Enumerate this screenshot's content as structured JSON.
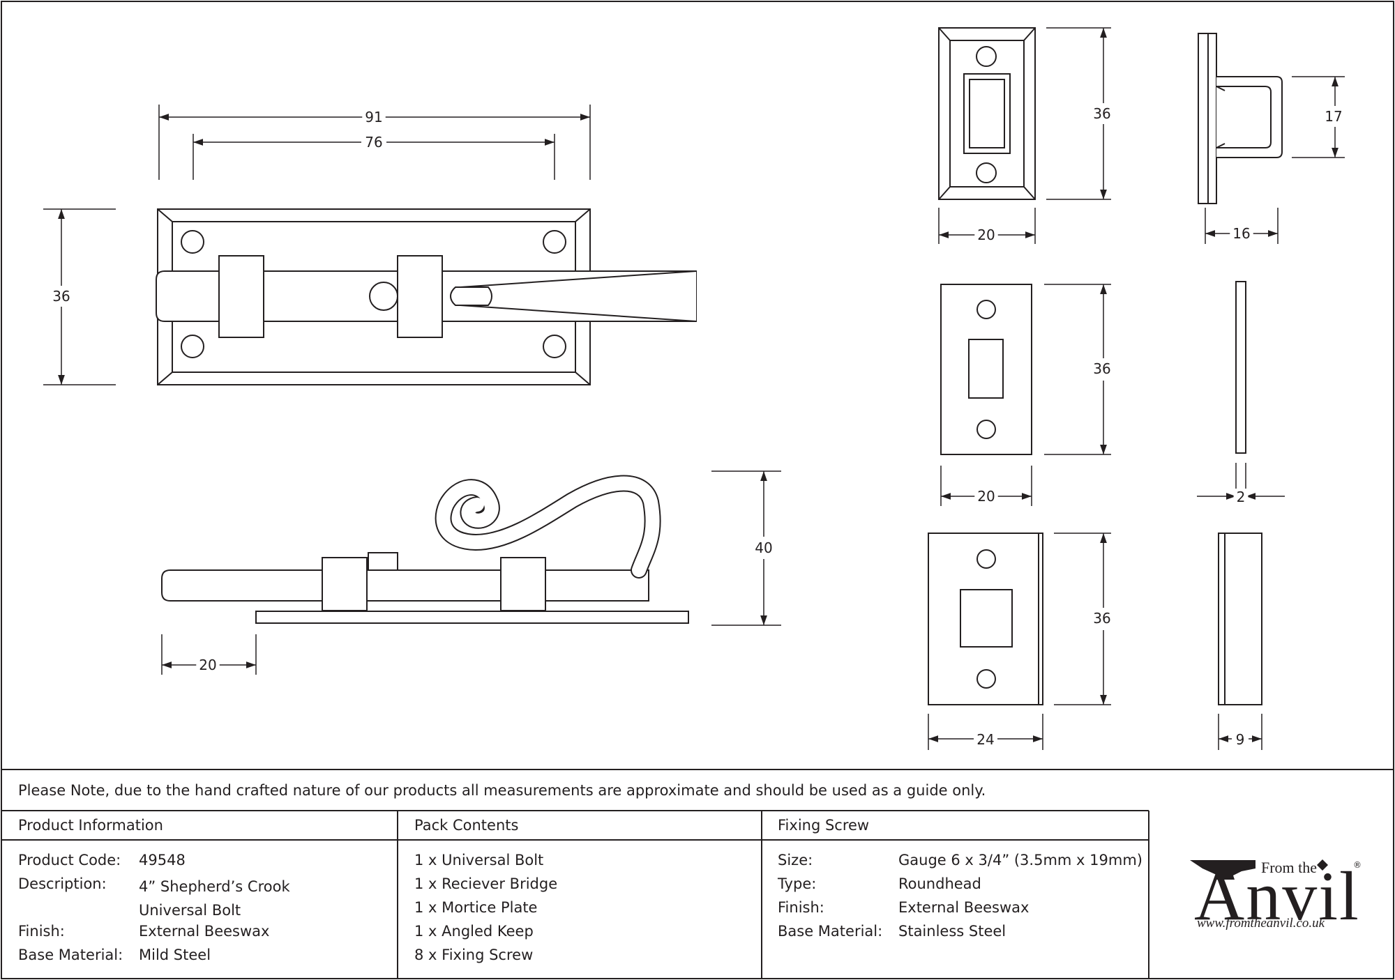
{
  "dimensions": {
    "plate_length": "91",
    "hole_spacing": "76",
    "plate_height": "36",
    "side_height": "40",
    "bolt_projection": "20",
    "keep_height": "36",
    "keep_width": "20",
    "keep_bracket_height": "17",
    "keep_bracket_depth": "16",
    "bridge_height": "36",
    "bridge_width": "20",
    "bridge_thickness": "2",
    "mortice_height": "36",
    "mortice_width": "24",
    "mortice_depth": "9"
  },
  "note": "Please Note, due to the hand crafted nature of our products all measurements are approximate and should be used as a guide only.",
  "product_info": {
    "heading": "Product Information",
    "rows": [
      {
        "label": "Product Code:",
        "value": "49548"
      },
      {
        "label": "Description:",
        "value": "4” Shepherd’s Crook Universal Bolt"
      },
      {
        "label": "Finish:",
        "value": "External Beeswax"
      },
      {
        "label": "Base Material:",
        "value": "Mild Steel"
      }
    ]
  },
  "pack_contents": {
    "heading": "Pack Contents",
    "items": [
      "1 x Universal Bolt",
      "1 x Reciever Bridge",
      "1 x Mortice Plate",
      "1 x Angled Keep",
      "8 x Fixing Screw"
    ]
  },
  "fixing_screw": {
    "heading": "Fixing Screw",
    "rows": [
      {
        "label": "Size:",
        "value": "Gauge 6 x 3/4” (3.5mm x 19mm)"
      },
      {
        "label": "Type:",
        "value": "Roundhead"
      },
      {
        "label": "Finish:",
        "value": "External Beeswax"
      },
      {
        "label": "Base Material:",
        "value": "Stainless Steel"
      }
    ]
  },
  "logo": {
    "from_the": "From the",
    "brand": "Anvil",
    "registered": "®",
    "url": "www.fromtheanvil.co.uk"
  }
}
